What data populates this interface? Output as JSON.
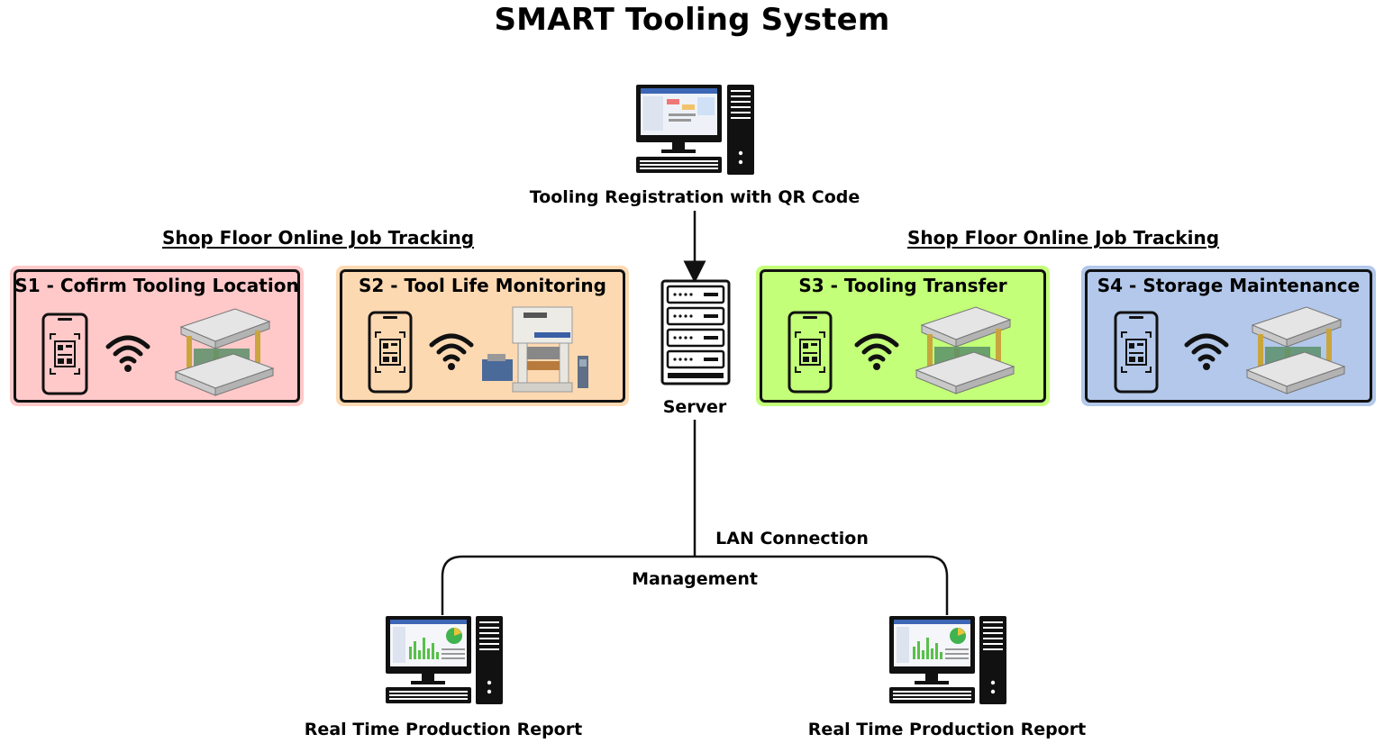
{
  "title": "SMART Tooling System",
  "registration": {
    "label": "Tooling Registration with QR Code",
    "icon": "desktop-computer-icon"
  },
  "section_headers": {
    "left": "Shop Floor Online Job Tracking",
    "right": "Shop Floor Online Job Tracking"
  },
  "server": {
    "label": "Server",
    "icon": "server-rack-icon"
  },
  "stations": [
    {
      "title": "S1 - Cofirm Tooling Location",
      "background": "#ffc9c9",
      "equipment": "mold-die-icon"
    },
    {
      "title": "S2 - Tool Life Monitoring",
      "background": "#fdd9b2",
      "equipment": "press-machine-icon"
    },
    {
      "title": "S3 - Tooling Transfer",
      "background": "#c3ff78",
      "equipment": "mold-die-icon"
    },
    {
      "title": "S4 - Storage Maintenance",
      "background": "#b3c8ea",
      "equipment": "mold-die-icon"
    }
  ],
  "network": {
    "lan_label": "LAN Connection",
    "management_label": "Management"
  },
  "reports": [
    {
      "label": "Real Time Production Report",
      "icon": "desktop-computer-icon"
    },
    {
      "label": "Real Time Production Report",
      "icon": "desktop-computer-icon"
    }
  ],
  "colors": {
    "line": "#111111"
  }
}
